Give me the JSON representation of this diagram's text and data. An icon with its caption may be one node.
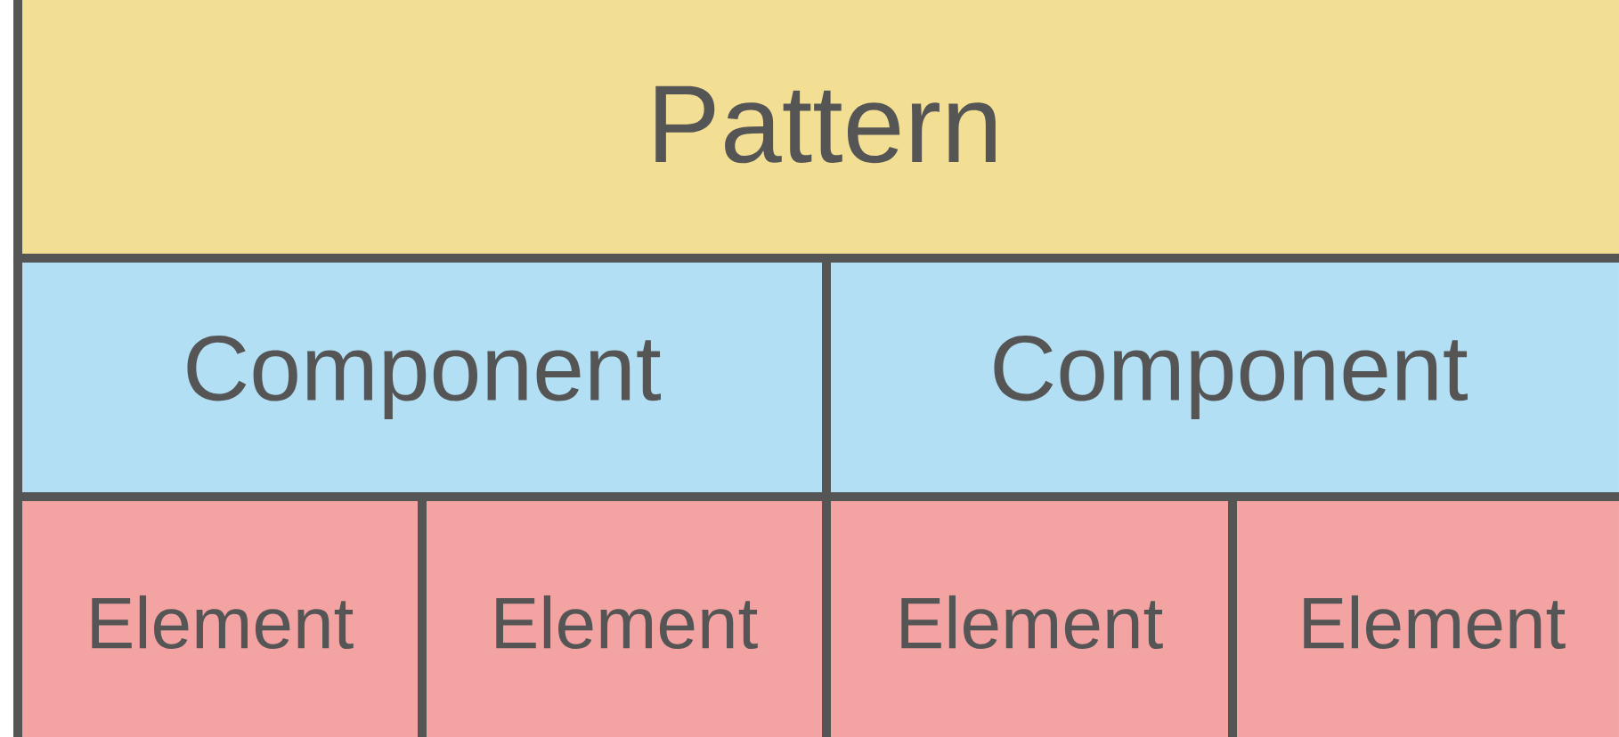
{
  "diagram": {
    "nodes": [
      {
        "text": [
          "Pattern"
        ]
      },
      {
        "text": [
          "Component"
        ]
      },
      {
        "text": [
          "Component"
        ]
      },
      {
        "text": [
          "Element"
        ]
      },
      {
        "text": [
          "Element"
        ]
      },
      {
        "text": [
          "Element"
        ]
      },
      {
        "text": [
          "Element"
        ]
      }
    ]
  }
}
